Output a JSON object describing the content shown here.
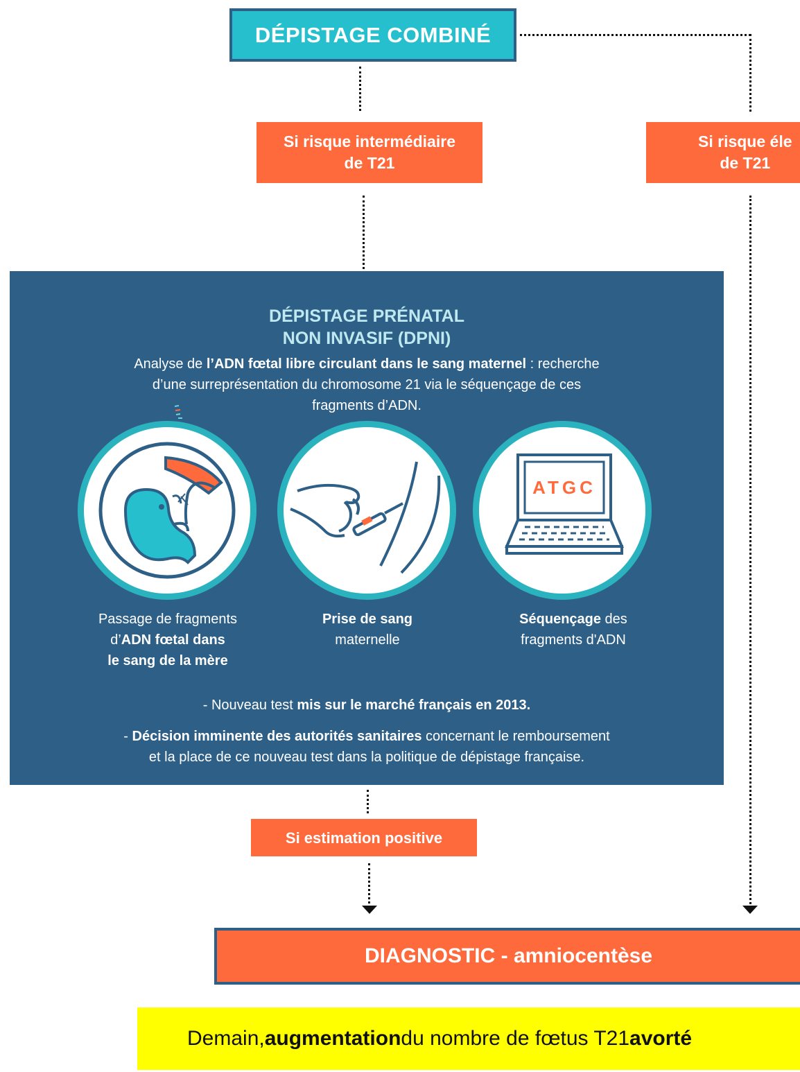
{
  "top_box": {
    "label": "DÉPISTAGE COMBINÉ"
  },
  "risk_intermediate": {
    "line1": "Si risque intermédiaire",
    "line2": "de T21"
  },
  "risk_high": {
    "line1": "Si risque éle",
    "line2": "de T21"
  },
  "dpni": {
    "title_line1": "DÉPISTAGE PRÉNATAL",
    "title_line2": "NON INVASIF (DPNI)",
    "desc_prefix": "Analyse de ",
    "desc_bold": "l’ADN fœtal libre circulant dans le sang maternel",
    "desc_line1_suffix": " : recherche",
    "desc_line2": "d’une surreprésentation du chromosome 21 via le séquençage de ces",
    "desc_line3": "fragments d’ADN.",
    "steps": [
      {
        "pre": "Passage de fragments",
        "pre2": "d’",
        "bold": "ADN fœtal dans",
        "bold2": "le sang de la mère",
        "post": ""
      },
      {
        "bold": "Prise de sang",
        "post": "maternelle"
      },
      {
        "bold": "Séquençage",
        "post": " des",
        "post2": "fragments d'ADN",
        "screen_text": "ATGC"
      }
    ],
    "note1_pre": "- Nouveau test ",
    "note1_bold": "mis sur le marché français en 2013.",
    "note2_pre": "- ",
    "note2_bold": "Décision imminente des autorités sanitaires",
    "note2_post": " concernant le remboursement",
    "note2_line2": "et la place de ce nouveau test dans la politique de dépistage française."
  },
  "estimation": {
    "label": "Si estimation positive"
  },
  "diagnostic": {
    "label": "DIAGNOSTIC - amniocentèse"
  },
  "conclusion": {
    "pre": "Demain, ",
    "bold1": "augmentation",
    "mid": " du nombre de fœtus T21 ",
    "bold2": "avorté"
  },
  "colors": {
    "teal": "#25bfcd",
    "navy": "#2e5f86",
    "orange": "#ff6a3d",
    "yellow": "#ffff00"
  }
}
